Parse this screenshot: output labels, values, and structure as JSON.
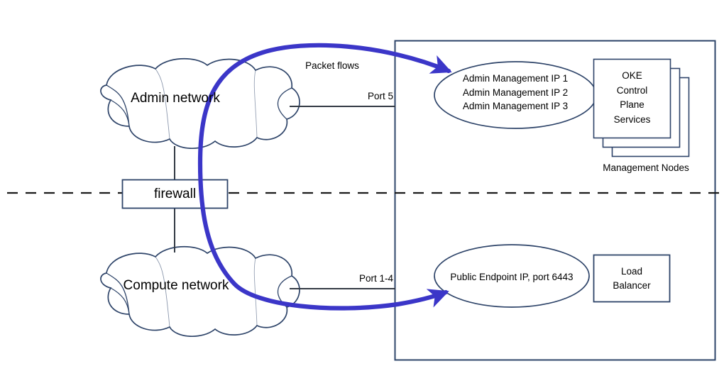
{
  "diagram": {
    "title": "OKE packet flow between admin/compute networks and management nodes",
    "colors": {
      "shape_stroke": "#2E4469",
      "arrow_blue": "#3B36C8",
      "text": "#000000",
      "divider": "#1a1a1a",
      "background": "#ffffff"
    },
    "networks": {
      "admin_cloud_label": "Admin network",
      "compute_cloud_label": "Compute network"
    },
    "firewall": {
      "label": "firewall"
    },
    "connections": {
      "packet_flows_label": "Packet flows",
      "port_upper_label": "Port 5",
      "port_lower_label": "Port 1-4"
    },
    "management_region": {
      "admin_ellipse_lines": [
        "Admin Management IP 1",
        "Admin Management IP 2",
        "Admin Management IP 3"
      ],
      "admin_ellipse_text": "Admin Management IP 1\nAdmin Management IP 2\nAdmin Management IP 3",
      "control_plane_box_text": "OKE\nControl\nPlane\nServices",
      "control_plane_box_lines": [
        "OKE",
        "Control",
        "Plane",
        "Services"
      ],
      "management_nodes_caption": "Management Nodes",
      "public_ellipse_text": "Public Endpoint IP, port 6443",
      "load_balancer_box_text": "Load\nBalancer",
      "load_balancer_box_lines": [
        "Load",
        "Balancer"
      ]
    }
  }
}
